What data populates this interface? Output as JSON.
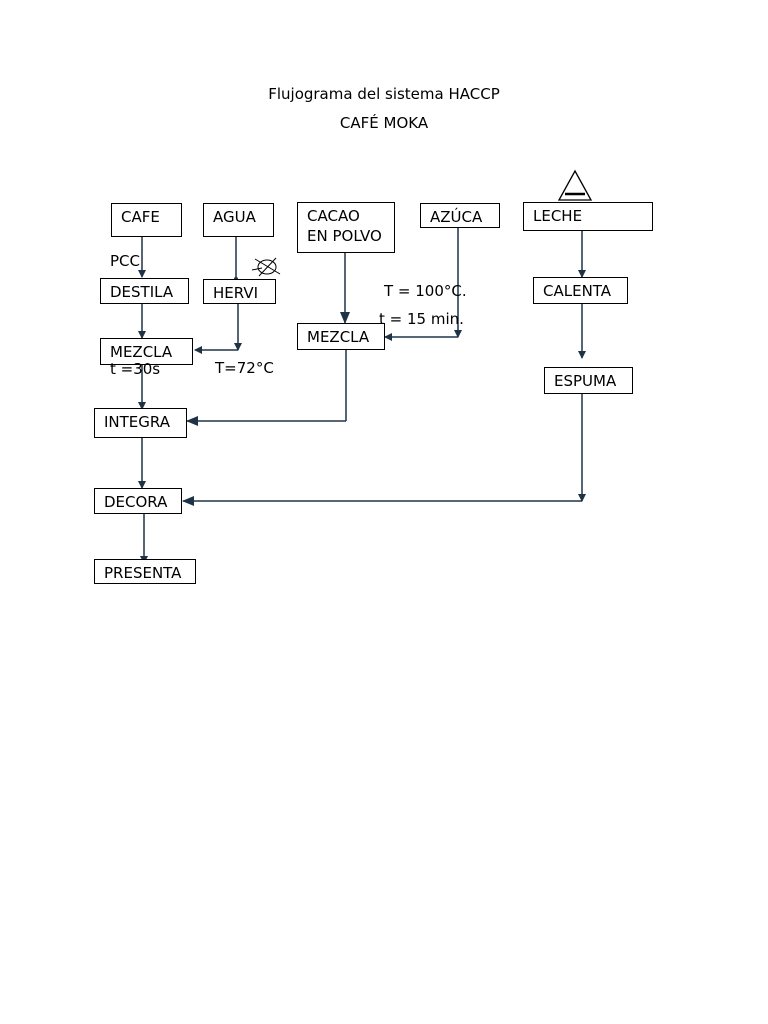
{
  "title": "Flujograma del sistema HACCP",
  "subtitle": "CAFÉ MOKA",
  "nodes": {
    "cafe": "CAFE",
    "agua": "AGUA",
    "cacao_line1": "CACAO",
    "cacao_line2": "EN POLVO",
    "azucar": "AZÚCA",
    "leche": "LECHE",
    "destila": "DESTILA",
    "hervi": "HERVI",
    "mezcla_cacao": "MEZCLA",
    "calenta": "CALENTA",
    "mezcla_cafe": "MEZCLA",
    "espuma": "ESPUMA",
    "integra": "INTEGRA",
    "decora": "DECORA",
    "presenta": "PRESENTA"
  },
  "annotations": {
    "pcc": "PCC",
    "temp_100": "T = 100°C.",
    "time_15": "t = 15 min.",
    "time_30": "t =30s",
    "temp_72": "T=72°C"
  },
  "icons": {
    "hazard_triangle": "warning-triangle-icon",
    "no_symbol": "crossed-circle-icon"
  },
  "colors": {
    "arrow": "#1f3346",
    "border": "#000000"
  }
}
